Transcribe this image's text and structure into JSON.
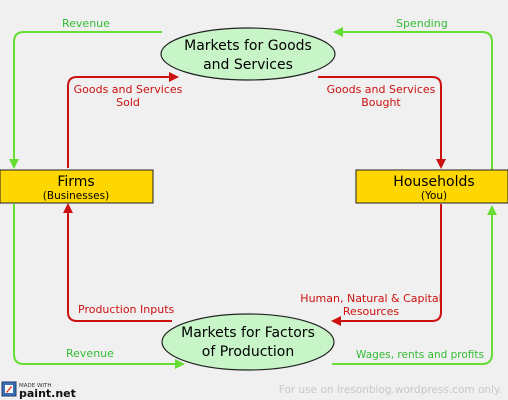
{
  "markets_goods": {
    "line1": "Markets for Goods",
    "line2": "and Services"
  },
  "markets_factors": {
    "line1": "Markets for Factors",
    "line2": "of Production"
  },
  "firms": {
    "title": "Firms",
    "subtitle": "(Businesses)"
  },
  "households": {
    "title": "Households",
    "subtitle": "(You)"
  },
  "flows": {
    "revenue_top": "Revenue",
    "spending": "Spending",
    "goods_sold_1": "Goods and Services",
    "goods_sold_2": "Sold",
    "goods_bought_1": "Goods and Services",
    "goods_bought_2": "Bought",
    "production_inputs": "Production Inputs",
    "resources_1": "Human, Natural & Capital",
    "resources_2": "Resources",
    "revenue_bottom": "Revenue",
    "wages": "Wages, rents and profits"
  },
  "badge": {
    "line1": "MADE WITH",
    "line2": "paint.net"
  },
  "footer": "For use on iresonblog.wordpress.com only.",
  "colors": {
    "money_flow": "#66dd33",
    "goods_flow": "#cc1111",
    "market_fill": "#c8f5c8",
    "agent_fill": "#ffd700",
    "label_green": "#33bb33",
    "label_red": "#cc1111"
  },
  "icons": {
    "badge": "paint-net-logo-icon"
  }
}
